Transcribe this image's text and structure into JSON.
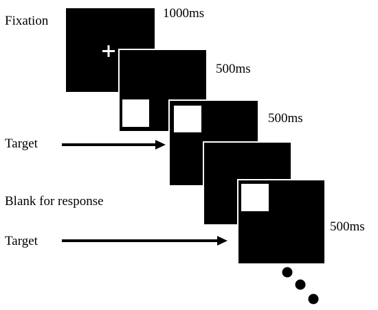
{
  "labels": {
    "fixation": "Fixation",
    "target_1": "Target",
    "blank_for_response": "Blank for response",
    "target_2": "Target"
  },
  "durations": {
    "fixation": "1000ms",
    "screen_2": "500ms",
    "screen_3": "500ms",
    "screen_5": "500ms"
  },
  "colors": {
    "screen": "#000000",
    "stimulus": "#ffffff",
    "outline": "#ffffff",
    "text": "#000000"
  },
  "icons": {
    "fixation_mark": "plus-icon",
    "continuation": "ellipsis-dots-icon"
  }
}
